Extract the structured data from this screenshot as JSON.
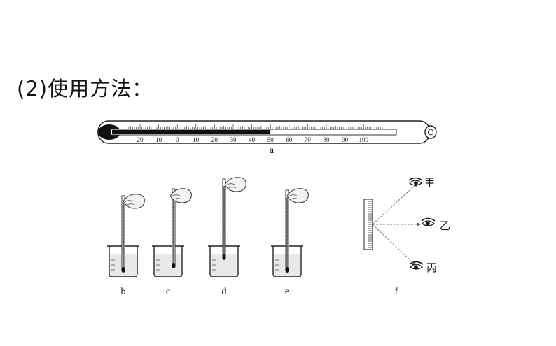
{
  "heading": "(2)使用方法：",
  "thermometer": {
    "caption": "a",
    "scale_labels": [
      "20",
      "10",
      "0",
      "10",
      "20",
      "30",
      "40",
      "50",
      "60",
      "70",
      "80",
      "90",
      "100"
    ],
    "reading": 50
  },
  "setups": [
    {
      "label": "b"
    },
    {
      "label": "c"
    },
    {
      "label": "d"
    },
    {
      "label": "e"
    }
  ],
  "viewing": {
    "label": "f",
    "eyes": [
      "甲",
      "乙",
      "丙"
    ]
  }
}
